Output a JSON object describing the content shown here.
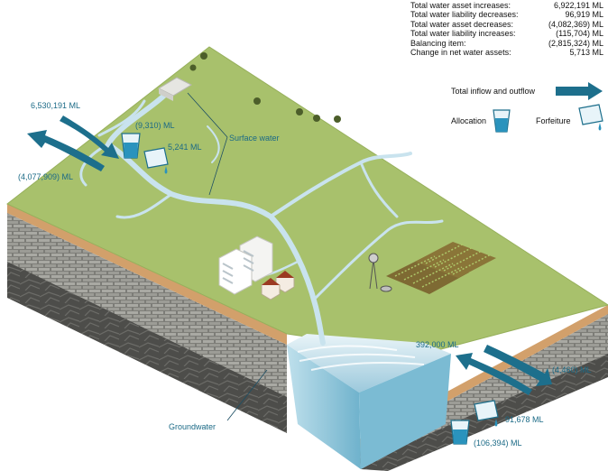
{
  "summary": [
    {
      "label": "Total water asset increases:",
      "value": "6,922,191 ML"
    },
    {
      "label": "Total water liability decreases:",
      "value": "96,919 ML"
    },
    {
      "label": "Total water asset decreases:",
      "value": "(4,082,369) ML"
    },
    {
      "label": "Total water liability increases:",
      "value": "(115,704) ML"
    },
    {
      "label": "Balancing item:",
      "value": "(2,815,324) ML"
    },
    {
      "label": "Change in net water assets:",
      "value": "5,713 ML"
    }
  ],
  "legend": {
    "flow": "Total inflow and outflow",
    "allocation": "Allocation",
    "forfeiture": "Forfeiture"
  },
  "surface": {
    "inflow": "6,530,191 ML",
    "outflow": "(4,077,909) ML",
    "allocation": "(9,310) ML",
    "forfeiture": "5,241 ML",
    "label": "Surface water"
  },
  "ground": {
    "inflow": "392,000 ML",
    "outflow": "(4,460) ML",
    "forfeiture": "91,678 ML",
    "allocation": "(106,394) ML",
    "label": "Groundwater"
  },
  "colors": {
    "grass": "#a8c16c",
    "water": "#c9e3ee",
    "arrow": "#1d6f8c",
    "rock": "#5a5a56",
    "soil": "#d2a06b"
  }
}
